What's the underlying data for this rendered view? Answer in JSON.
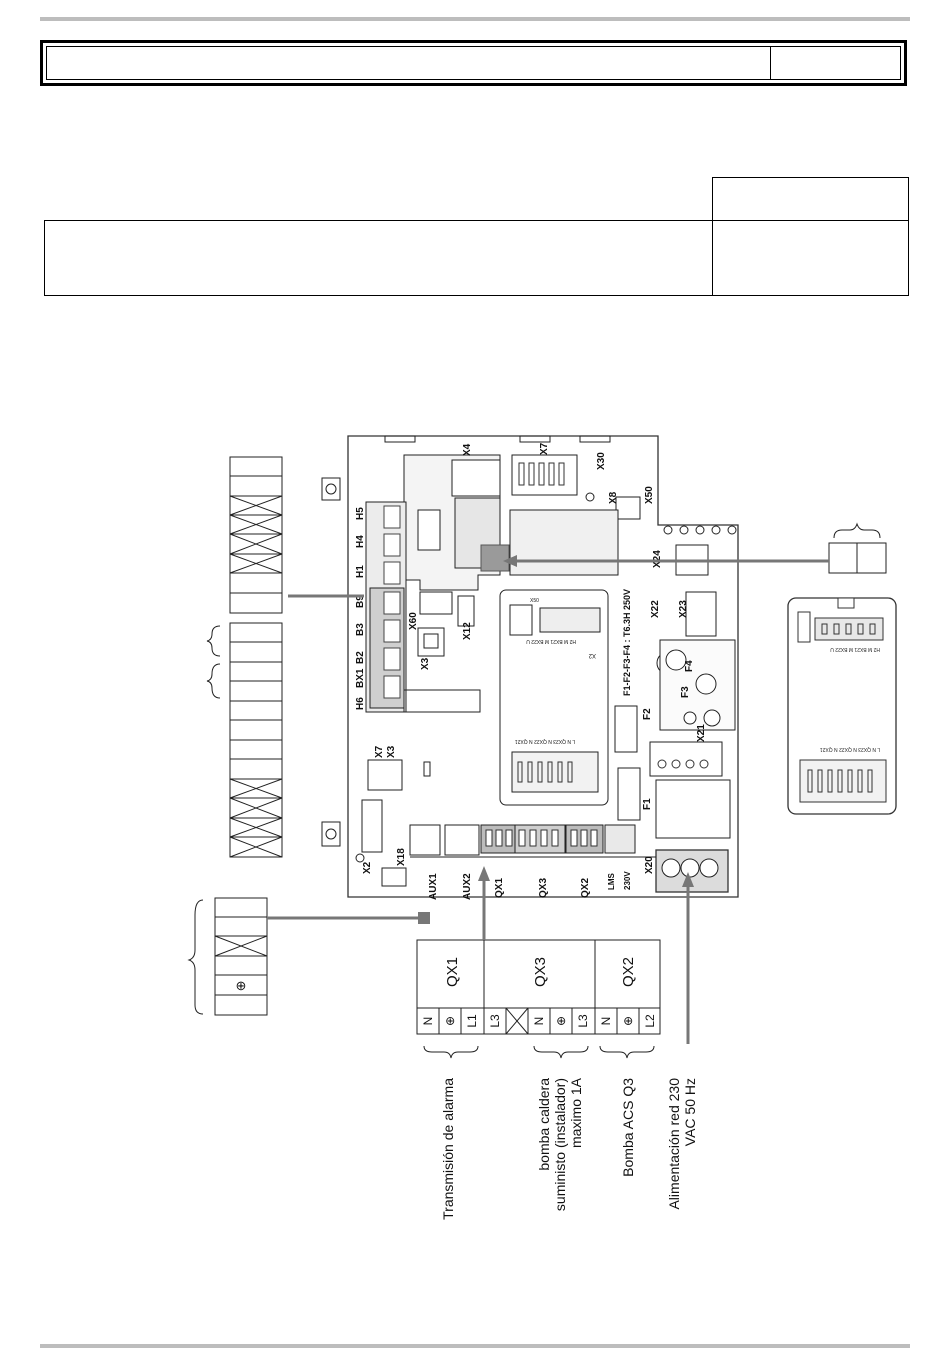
{
  "board": {
    "top_connectors": [
      "X4",
      "X7",
      "X30",
      "X8",
      "X50"
    ],
    "left_terminals": [
      "H5",
      "H4",
      "H1",
      "B9",
      "B3",
      "B2",
      "BX1",
      "H6"
    ],
    "mid_connectors": [
      "X60",
      "X12",
      "X3",
      "X2",
      "X18",
      "X7",
      "X3"
    ],
    "right_parts": [
      "X24",
      "X22",
      "X23",
      "F4",
      "F3",
      "F2",
      "X21",
      "F1",
      "X20"
    ],
    "fuse_text": "F1-F2-F3-F4 : T6.3H 250V",
    "bottom_labels": [
      "AUX1",
      "AUX2",
      "QX1",
      "QX3",
      "QX2",
      "LMS",
      "230V"
    ],
    "module_text": [
      "X2",
      "H2 M BX21 M BX22 U",
      "L N QX23 N QX22 N QX21",
      "X50"
    ]
  },
  "outputs": {
    "groups": [
      {
        "name": "QX1",
        "pins": [
          "N",
          "⊕",
          "L1"
        ]
      },
      {
        "name": "QX3",
        "pins": [
          "L3",
          "N",
          "⊕",
          "L3"
        ]
      },
      {
        "name": "QX2",
        "pins": [
          "N",
          "⊕",
          "L2"
        ]
      }
    ],
    "descriptions": [
      "Transmisión de alarma",
      "bomba caldera\nsuministo (instalador)\nmaximo 1A",
      "Bomba ACS Q3",
      "Alimentación red 230\nVAC 50 Hz"
    ],
    "earth_symbol": "⊕"
  }
}
